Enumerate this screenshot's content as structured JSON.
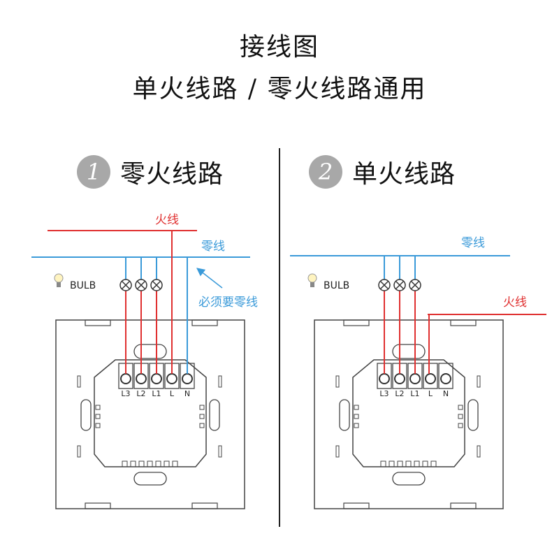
{
  "header": {
    "title": "接线图",
    "subtitle": "单火线路 / 零火线路通用"
  },
  "left": {
    "number": "1",
    "title": "零火线路",
    "fire_label": "火线",
    "neutral_label": "零线",
    "bulb_label": "BULB",
    "note": "必须要零线",
    "terminals": [
      "L3",
      "L2",
      "L1",
      "L",
      "N"
    ]
  },
  "right": {
    "number": "2",
    "title": "单火线路",
    "fire_label": "火线",
    "neutral_label": "零线",
    "bulb_label": "BULB",
    "terminals": [
      "L3",
      "L2",
      "L1",
      "L",
      "N"
    ]
  },
  "colors": {
    "fire": "#e03030",
    "neutral": "#3a9ad9",
    "device": "#333333",
    "badge": "#a8a8a8"
  }
}
